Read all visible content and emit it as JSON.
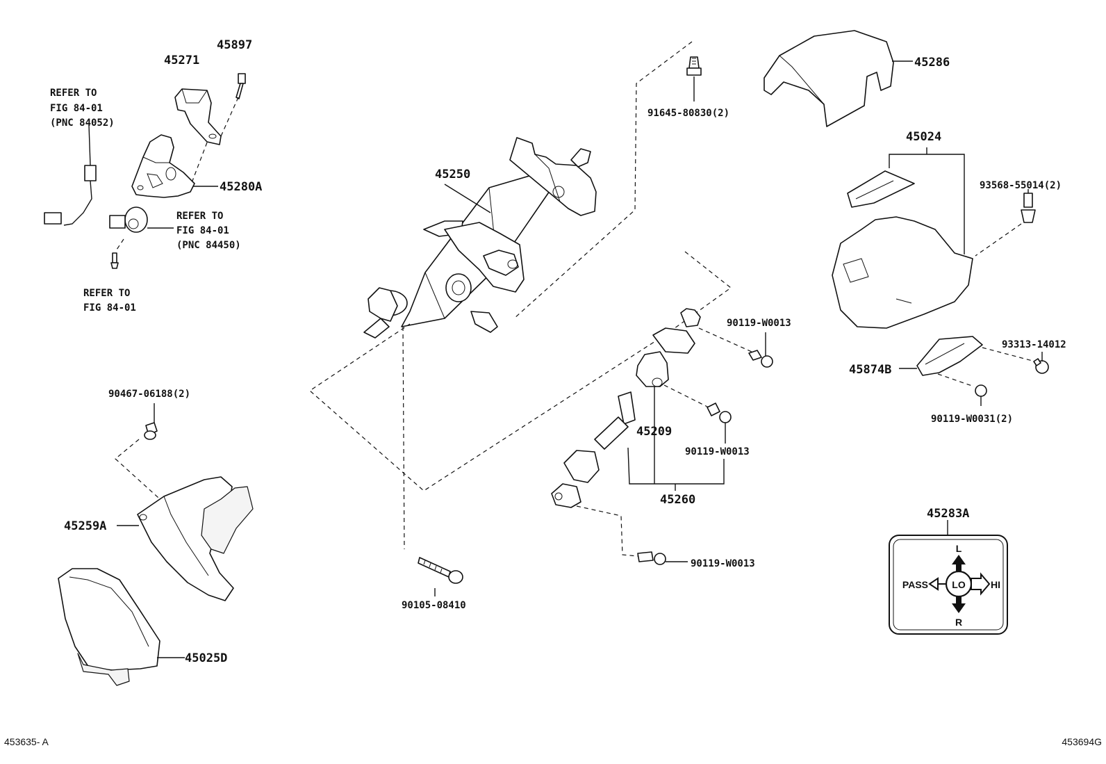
{
  "labels": {
    "p45897": "45897",
    "p45271": "45271",
    "p45280a": "45280A",
    "refer_84052": [
      "REFER TO",
      "FIG 84-01",
      "(PNC 84052)"
    ],
    "refer_84450": [
      "REFER TO",
      "FIG 84-01",
      "(PNC 84450)"
    ],
    "refer_fig": [
      "REFER TO",
      "FIG 84-01"
    ],
    "p45250": "45250",
    "p91645": "91645-80830(2)",
    "p45286": "45286",
    "p45024": "45024",
    "p93568": "93568-55014(2)",
    "p90119_a": "90119-W0013",
    "p93313": "93313-14012",
    "p45874b": "45874B",
    "p90119_w0031": "90119-W0031(2)",
    "p45209": "45209",
    "p90119_b": "90119-W0013",
    "p45260": "45260",
    "p90119_c": "90119-W0013",
    "p90467": "90467-06188(2)",
    "p45259a": "45259A",
    "p45025d": "45025D",
    "p90105": "90105-08410",
    "p45283a": "45283A"
  },
  "switch_plate": {
    "pass": "PASS",
    "lo": "LO",
    "hi": "HI",
    "l": "L",
    "r": "R"
  },
  "footer": {
    "left_code": "453635- A",
    "right_code": "453694G"
  }
}
